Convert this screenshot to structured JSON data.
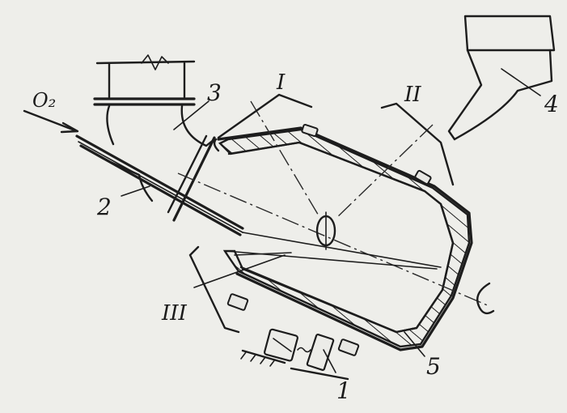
{
  "labels": {
    "oxygen": "O₂",
    "num_1": "1",
    "num_2": "2",
    "num_3": "3",
    "num_4": "4",
    "num_5": "5",
    "zone_I": "I",
    "zone_II": "II",
    "zone_III": "III"
  },
  "colors": {
    "paper": "#eeeeea",
    "ink": "#1d1d1d"
  }
}
